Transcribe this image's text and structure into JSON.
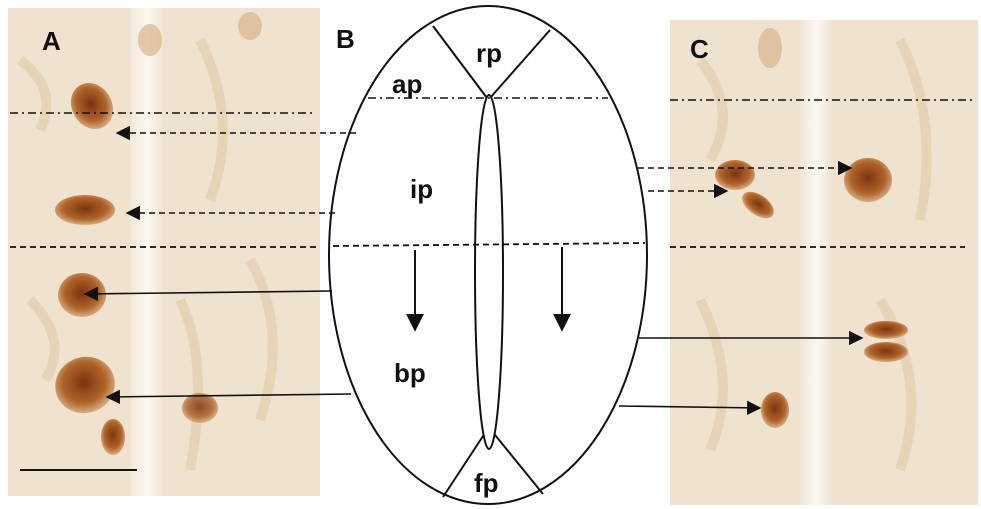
{
  "panels": {
    "left": "A",
    "schematic": "B",
    "right": "C"
  },
  "regions": {
    "roof_plate": "rp",
    "alar_plate": "ap",
    "intermediate_plate": "ip",
    "basal_plate": "bp",
    "floor_plate": "fp"
  },
  "colors": {
    "tissue_background": "#efe3cf",
    "stained_cell": "#a8541c",
    "line": "#111111"
  }
}
